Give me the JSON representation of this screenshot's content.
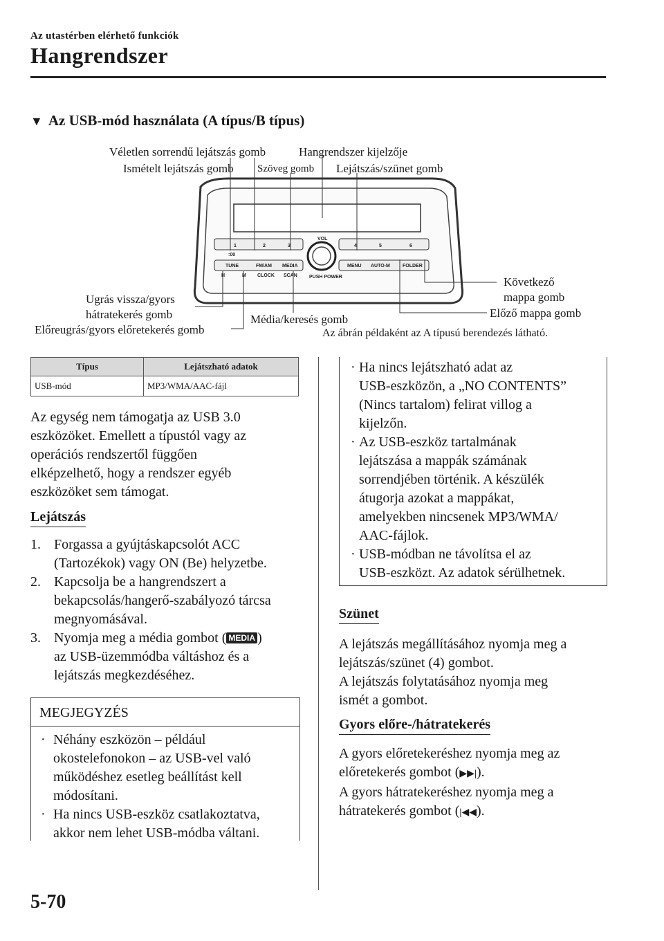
{
  "header": {
    "section": "Az utastérben elérhető funkciók",
    "title": "Hangrendszer"
  },
  "section_heading": "Az USB-mód használata (A típus/B típus)",
  "figure": {
    "callouts": {
      "random": "Véletlen sorrendű lejátszás gomb",
      "repeat": "Ismételt lejátszás gomb",
      "text": "Szöveg gomb",
      "display": "Hangrendszer kijelzője",
      "playpause": "Lejátszás/szünet gomb",
      "next_folder_1": "Következő",
      "next_folder_2": "mappa gomb",
      "prev_folder": "Előző mappa gomb",
      "skip_back_1": "Ugrás vissza/gyors",
      "skip_back_2": "hátratekerés gomb",
      "skip_fwd": "Előreugrás/gyors előretekerés gomb",
      "media": "Média/keresés gomb",
      "caption": "Az ábrán példaként az A típusú berendezés látható."
    },
    "panel": {
      "vol": "VOL",
      "push_power": "PUSH POWER",
      "preset": [
        "1",
        "2",
        "3",
        "4",
        "5",
        "6"
      ],
      "time": ":00",
      "tune": "TUNE",
      "fmam": "FM/AM",
      "media": "MEDIA",
      "menu": "MENU",
      "autom": "AUTO-M",
      "folder": "FOLDER",
      "h": "H",
      "m": "M",
      "clock": "CLOCK",
      "scan": "SCAN"
    }
  },
  "table": {
    "headers": [
      "Típus",
      "Lejátszható adatok"
    ],
    "rows": [
      [
        "USB-mód",
        "MP3/WMA/AAC-fájl"
      ]
    ]
  },
  "left": {
    "intro": [
      "Az egység nem támogatja az USB 3.0",
      "eszközöket. Emellett a típustól vagy az",
      "operációs rendszertől függően",
      "elképzelhető, hogy a rendszer egyéb",
      "eszközöket sem támogat."
    ],
    "playback_head": "Lejátszás",
    "steps": [
      {
        "num": "1.",
        "lines": [
          "Forgassa a gyújtáskapcsolót ACC",
          "(Tartozékok) vagy ON (Be) helyzetbe."
        ]
      },
      {
        "num": "2.",
        "lines": [
          "Kapcsolja be a hangrendszert a",
          "bekapcsolás/hangerő-szabályozó tárcsa",
          "megnyomásával."
        ]
      },
      {
        "num": "3.",
        "lines": [
          "Nyomja meg a média gombot (",
          "az USB-üzemmódba váltáshoz és a",
          "lejátszás megkezdéséhez."
        ]
      }
    ],
    "media_icon": "MEDIA",
    "step3_close": ")",
    "note_title": "MEGJEGYZÉS",
    "notes": [
      [
        "Néhány eszközön – például",
        "okostelefonokon – az USB-vel való",
        "működéshez esetleg beállítást kell",
        "módosítani."
      ],
      [
        "Ha nincs USB-eszköz csatlakoztatva,",
        "akkor nem lehet USB-módba váltani."
      ]
    ]
  },
  "right": {
    "notes": [
      [
        "Ha nincs lejátszható adat az",
        "USB-eszközön, a „NO CONTENTS”",
        "(Nincs tartalom) felirat villog a",
        "kijelzőn."
      ],
      [
        "Az USB-eszköz tartalmának",
        "lejátszása a mappák számának",
        "sorrendjében történik. A készülék",
        "átugorja azokat a mappákat,",
        "amelyekben nincsenek MP3/WMA/",
        "AAC-fájlok."
      ],
      [
        "USB-módban ne távolítsa el az",
        "USB-eszközt. Az adatok sérülhetnek."
      ]
    ],
    "pause_head": "Szünet",
    "pause_text": [
      "A lejátszás megállításához nyomja meg a",
      "lejátszás/szünet (4) gombot.",
      "A lejátszás folytatásához nyomja meg",
      "ismét a gombot."
    ],
    "ff_head": "Gyors előre-/hátratekerés",
    "ff_text": [
      "A gyors előretekeréshez nyomja meg az",
      "előretekerés gombot (",
      "A gyors hátratekeréshez nyomja meg a",
      "hátratekerés gombot ("
    ],
    "close_paren": ")."
  },
  "page_number": "5-70"
}
